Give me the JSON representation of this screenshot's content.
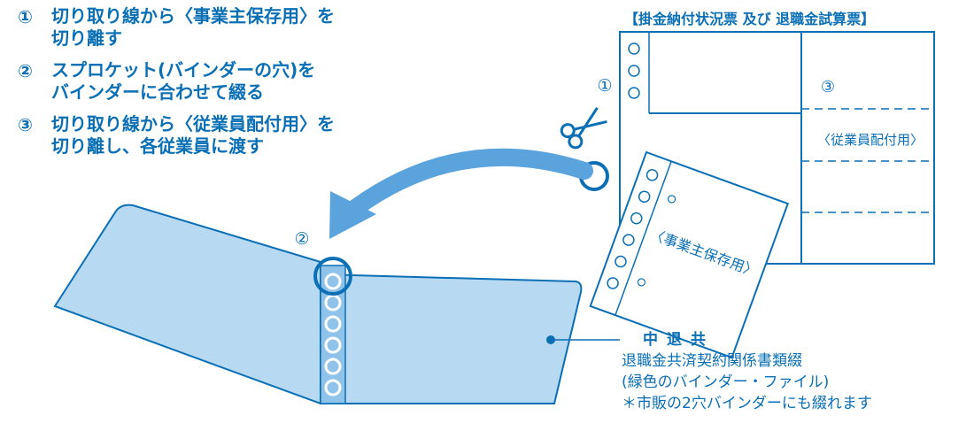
{
  "steps": [
    {
      "num": "①",
      "lines": [
        "切り取り線から〈事業主保存用〉を",
        "切り離す"
      ]
    },
    {
      "num": "②",
      "lines": [
        "スプロケット(バインダーの穴)を",
        "バインダーに合わせて綴る"
      ]
    },
    {
      "num": "③",
      "lines": [
        "切り取り線から〈従業員配付用〉を",
        "切り離し、各従業員に渡す"
      ]
    }
  ],
  "document": {
    "title": "【掛金納付状況票 及び 退職金試算票】",
    "employee_section": "〈従業員配付用〉",
    "employer_section": "〈事業主保存用〉"
  },
  "markers": {
    "one": "①",
    "two": "②",
    "three": "③"
  },
  "binder_caption": {
    "line1": "中退共",
    "line2": "退職金共済契約関係書類綴",
    "line3": "(緑色のバインダー・ファイル)",
    "line4": "＊市販の2穴バインダーにも綴れます"
  },
  "colors": {
    "blue": "#0a6fb5",
    "light_blue": "#a9cfee",
    "arrow_blue": "#5aa3dc",
    "binder_fill": "#b8d9f2"
  }
}
